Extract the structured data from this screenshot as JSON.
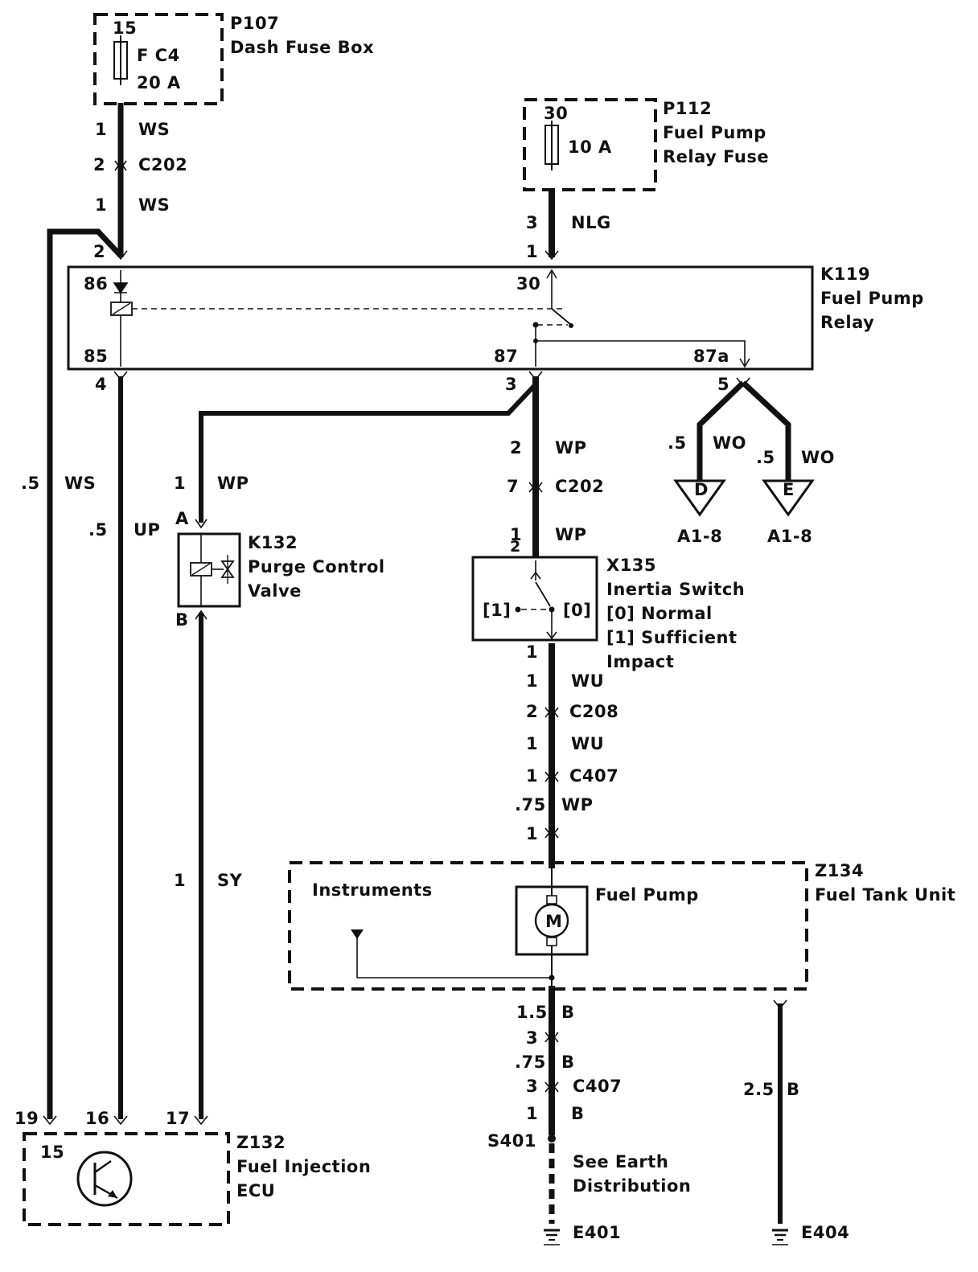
{
  "colors": {
    "ink": "#111111",
    "background": "#ffffff"
  },
  "components": {
    "p107": {
      "id": "P107",
      "name": "Dash Fuse Box",
      "terminal": "15",
      "fuse": "F C4",
      "rating": "20 A"
    },
    "p112": {
      "id": "P112",
      "name_line1": "Fuel Pump",
      "name_line2": "Relay Fuse",
      "terminal": "30",
      "rating": "10 A"
    },
    "k119": {
      "id": "K119",
      "name_line1": "Fuel Pump",
      "name_line2": "Relay",
      "t86": "86",
      "t85": "85",
      "t30": "30",
      "t87": "87",
      "t87a": "87a"
    },
    "k132": {
      "id": "K132",
      "name_line1": "Purge Control",
      "name_line2": "Valve",
      "pin_a": "A",
      "pin_b": "B"
    },
    "x135": {
      "id": "X135",
      "name": "Inertia Switch",
      "state0": "[0]  Normal",
      "state1": "[1]  Sufficient",
      "state1b": "Impact",
      "pos1": "[1]",
      "pos0": "[0]"
    },
    "z134": {
      "id": "Z134",
      "name": "Fuel Tank Unit",
      "instruments": "Instruments",
      "fuel_pump": "Fuel Pump",
      "motor": "M"
    },
    "z132": {
      "id": "Z132",
      "name_line1": "Fuel Injection",
      "name_line2": "ECU",
      "terminal": "15"
    },
    "earth": {
      "s401": "S401",
      "note_line1": "See Earth",
      "note_line2": "Distribution",
      "e401": "E401",
      "e404": "E404"
    }
  },
  "connectors": {
    "c202": "C202",
    "c208": "C208",
    "c407_top": "C407",
    "c407_bottom": "C407",
    "ref_d": "D",
    "ref_e": "E",
    "ref_d_loc": "A1-8",
    "ref_e_loc": "A1-8"
  },
  "wires": {
    "ws_top_gauge": "1",
    "ws_top_color": "WS",
    "c202_left_pin": "2",
    "ws_mid_gauge": "1",
    "ws_mid_color": "WS",
    "k119_pin_top_left": "2",
    "k119_pin_bottom_left": "4",
    "ws_long_gauge": ".5",
    "ws_long_color": "WS",
    "up_gauge": ".5",
    "up_color": "UP",
    "nlg_gauge": "3",
    "nlg_color": "NLG",
    "k119_pin_top_right": "1",
    "k119_pin_87": "3",
    "k119_pin_87a": "5",
    "wp_a_gauge": "1",
    "wp_a_color": "WP",
    "wp_top_gauge": "2",
    "wp_top_color": "WP",
    "c202_right_pin": "7",
    "wp_sw_gauge": "1",
    "wp_sw_color": "WP",
    "x135_pin_top": "2",
    "wo_d_gauge": ".5",
    "wo_d_color": "WO",
    "wo_e_gauge": ".5",
    "wo_e_color": "WO",
    "x135_pin_bottom": "1",
    "wu1_gauge": "1",
    "wu1_color": "WU",
    "c208_pin": "2",
    "wu2_gauge": "1",
    "wu2_color": "WU",
    "c407_pin_top": "1",
    "wp_pump_gauge": ".75",
    "wp_pump_color": "WP",
    "z134_pin_top": "1",
    "sy_gauge": "1",
    "sy_color": "SY",
    "b1_gauge": "1.5",
    "b1_color": "B",
    "c407_b_pin_a": "3",
    "b2_gauge": ".75",
    "b2_color": "B",
    "c407_b_pin_b": "3",
    "b3_gauge": "1",
    "b3_color": "B",
    "b_e404_gauge": "2.5",
    "b_e404_color": "B",
    "ecu_pin_19": "19",
    "ecu_pin_16": "16",
    "ecu_pin_17": "17"
  }
}
